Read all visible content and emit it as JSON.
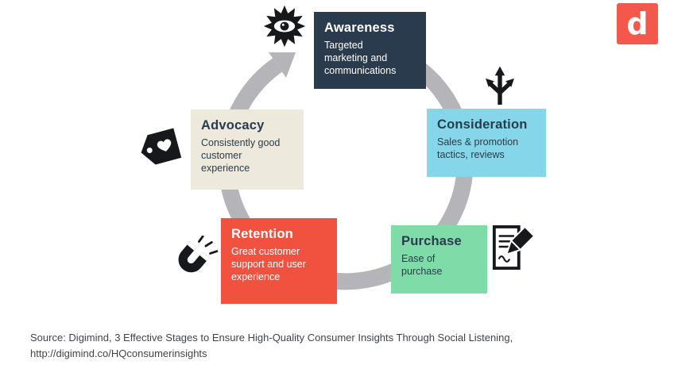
{
  "logo": {
    "letter": "d",
    "bg": "#f4574b"
  },
  "colors": {
    "arc": "#b5b4b8",
    "navy": "#2a3b4d",
    "ink": "#16181c"
  },
  "stages": [
    {
      "id": "awareness",
      "title": "Awareness",
      "description": "Targeted marketing and communications",
      "bg": "#2a3b4d",
      "text": "#ffffff",
      "icon": "eye-burst-icon"
    },
    {
      "id": "consideration",
      "title": "Consideration",
      "description": "Sales & promotion tactics, reviews",
      "bg": "#85d6e9",
      "text": "#2a3b4d",
      "icon": "route-choice-icon"
    },
    {
      "id": "purchase",
      "title": "Purchase",
      "description": "Ease of purchase",
      "bg": "#7fdca9",
      "text": "#2a3b4d",
      "icon": "signed-contract-icon"
    },
    {
      "id": "retention",
      "title": "Retention",
      "description": "Great customer support and user experience",
      "bg": "#f1523f",
      "text": "#ffffff",
      "icon": "magnet-icon"
    },
    {
      "id": "advocacy",
      "title": "Advocacy",
      "description": "Consistently good customer experience",
      "bg": "#ede9dc",
      "text": "#2a3b4d",
      "icon": "heart-tag-icon"
    }
  ],
  "source": {
    "line1": "Source: Digimind, 3 Effective Stages to Ensure High-Quality Consumer Insights Through Social Listening,",
    "line2": "http://digimind.co/HQconsumerinsights"
  }
}
